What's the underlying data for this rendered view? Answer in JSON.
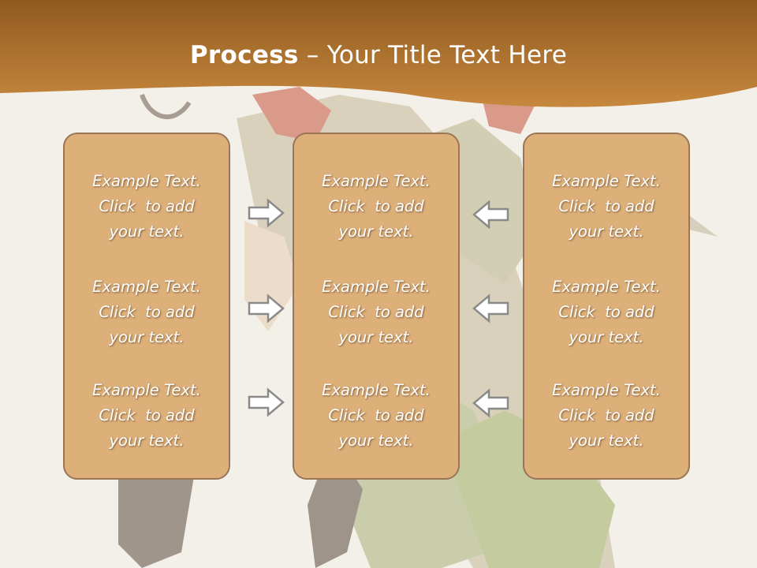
{
  "title": {
    "bold": "Process",
    "rest": " – Your Title Text Here"
  },
  "columns": [
    {
      "blocks": [
        [
          "Example Text.",
          "Click  to add",
          "your text."
        ],
        [
          "Example Text.",
          "Click  to add",
          "your text."
        ],
        [
          "Example Text.",
          "Click  to add",
          "your text."
        ]
      ]
    },
    {
      "blocks": [
        [
          "Example Text.",
          "Click  to add",
          "your text."
        ],
        [
          "Example Text.",
          "Click  to add",
          "your text."
        ],
        [
          "Example Text.",
          "Click  to add",
          "your text."
        ]
      ]
    },
    {
      "blocks": [
        [
          "Example Text.",
          "Click  to add",
          "your text."
        ],
        [
          "Example Text.",
          "Click  to add",
          "your text."
        ],
        [
          "Example Text.",
          "Click  to add",
          "your text."
        ]
      ]
    }
  ],
  "arrows": {
    "left_group": "right-arrow-icon",
    "right_group": "left-arrow-icon"
  },
  "colors": {
    "header": "#b7762a",
    "box": "#ddb07a",
    "box_border": "#9a7556",
    "background": "#f3efe9"
  }
}
